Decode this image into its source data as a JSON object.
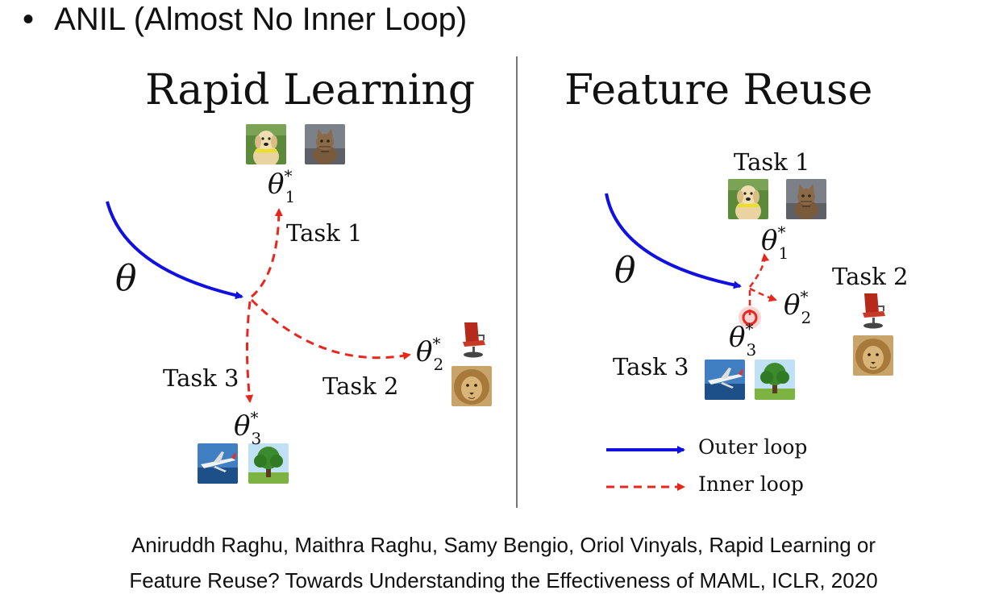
{
  "slide": {
    "bullet": "•",
    "title": "ANIL (Almost No Inner Loop)"
  },
  "left_panel": {
    "title": "Rapid Learning",
    "task1_label": "Task 1",
    "task2_label": "Task 2",
    "task3_label": "Task 3",
    "theta": "θ",
    "theta1": {
      "base": "θ",
      "sup": "*",
      "sub": "1"
    },
    "theta2": {
      "base": "θ",
      "sup": "*",
      "sub": "2"
    },
    "theta3": {
      "base": "θ",
      "sup": "*",
      "sub": "3"
    },
    "images": {
      "task1": [
        "dog",
        "cat"
      ],
      "task2": [
        "chair",
        "lion"
      ],
      "task3": [
        "airplane",
        "tree"
      ]
    }
  },
  "right_panel": {
    "title": "Feature Reuse",
    "task1_label": "Task 1",
    "task2_label": "Task 2",
    "task3_label": "Task 3",
    "theta": "θ",
    "theta1": {
      "base": "θ",
      "sup": "*",
      "sub": "1"
    },
    "theta2": {
      "base": "θ",
      "sup": "*",
      "sub": "2"
    },
    "theta3": {
      "base": "θ",
      "sup": "*",
      "sub": "3"
    },
    "images": {
      "task1": [
        "dog",
        "cat"
      ],
      "task2": [
        "chair",
        "lion"
      ],
      "task3": [
        "airplane",
        "tree"
      ]
    }
  },
  "legend": {
    "outer_loop": "Outer loop",
    "inner_loop": "Inner loop"
  },
  "colors": {
    "outer_loop": "#1010e0",
    "inner_loop": "#e8261d",
    "divider": "#777777"
  },
  "citation": {
    "line1": "Aniruddh Raghu, Maithra Raghu, Samy Bengio, Oriol Vinyals, Rapid Learning or",
    "line2": "Feature Reuse? Towards Understanding the Effectiveness of MAML, ICLR, 2020"
  }
}
